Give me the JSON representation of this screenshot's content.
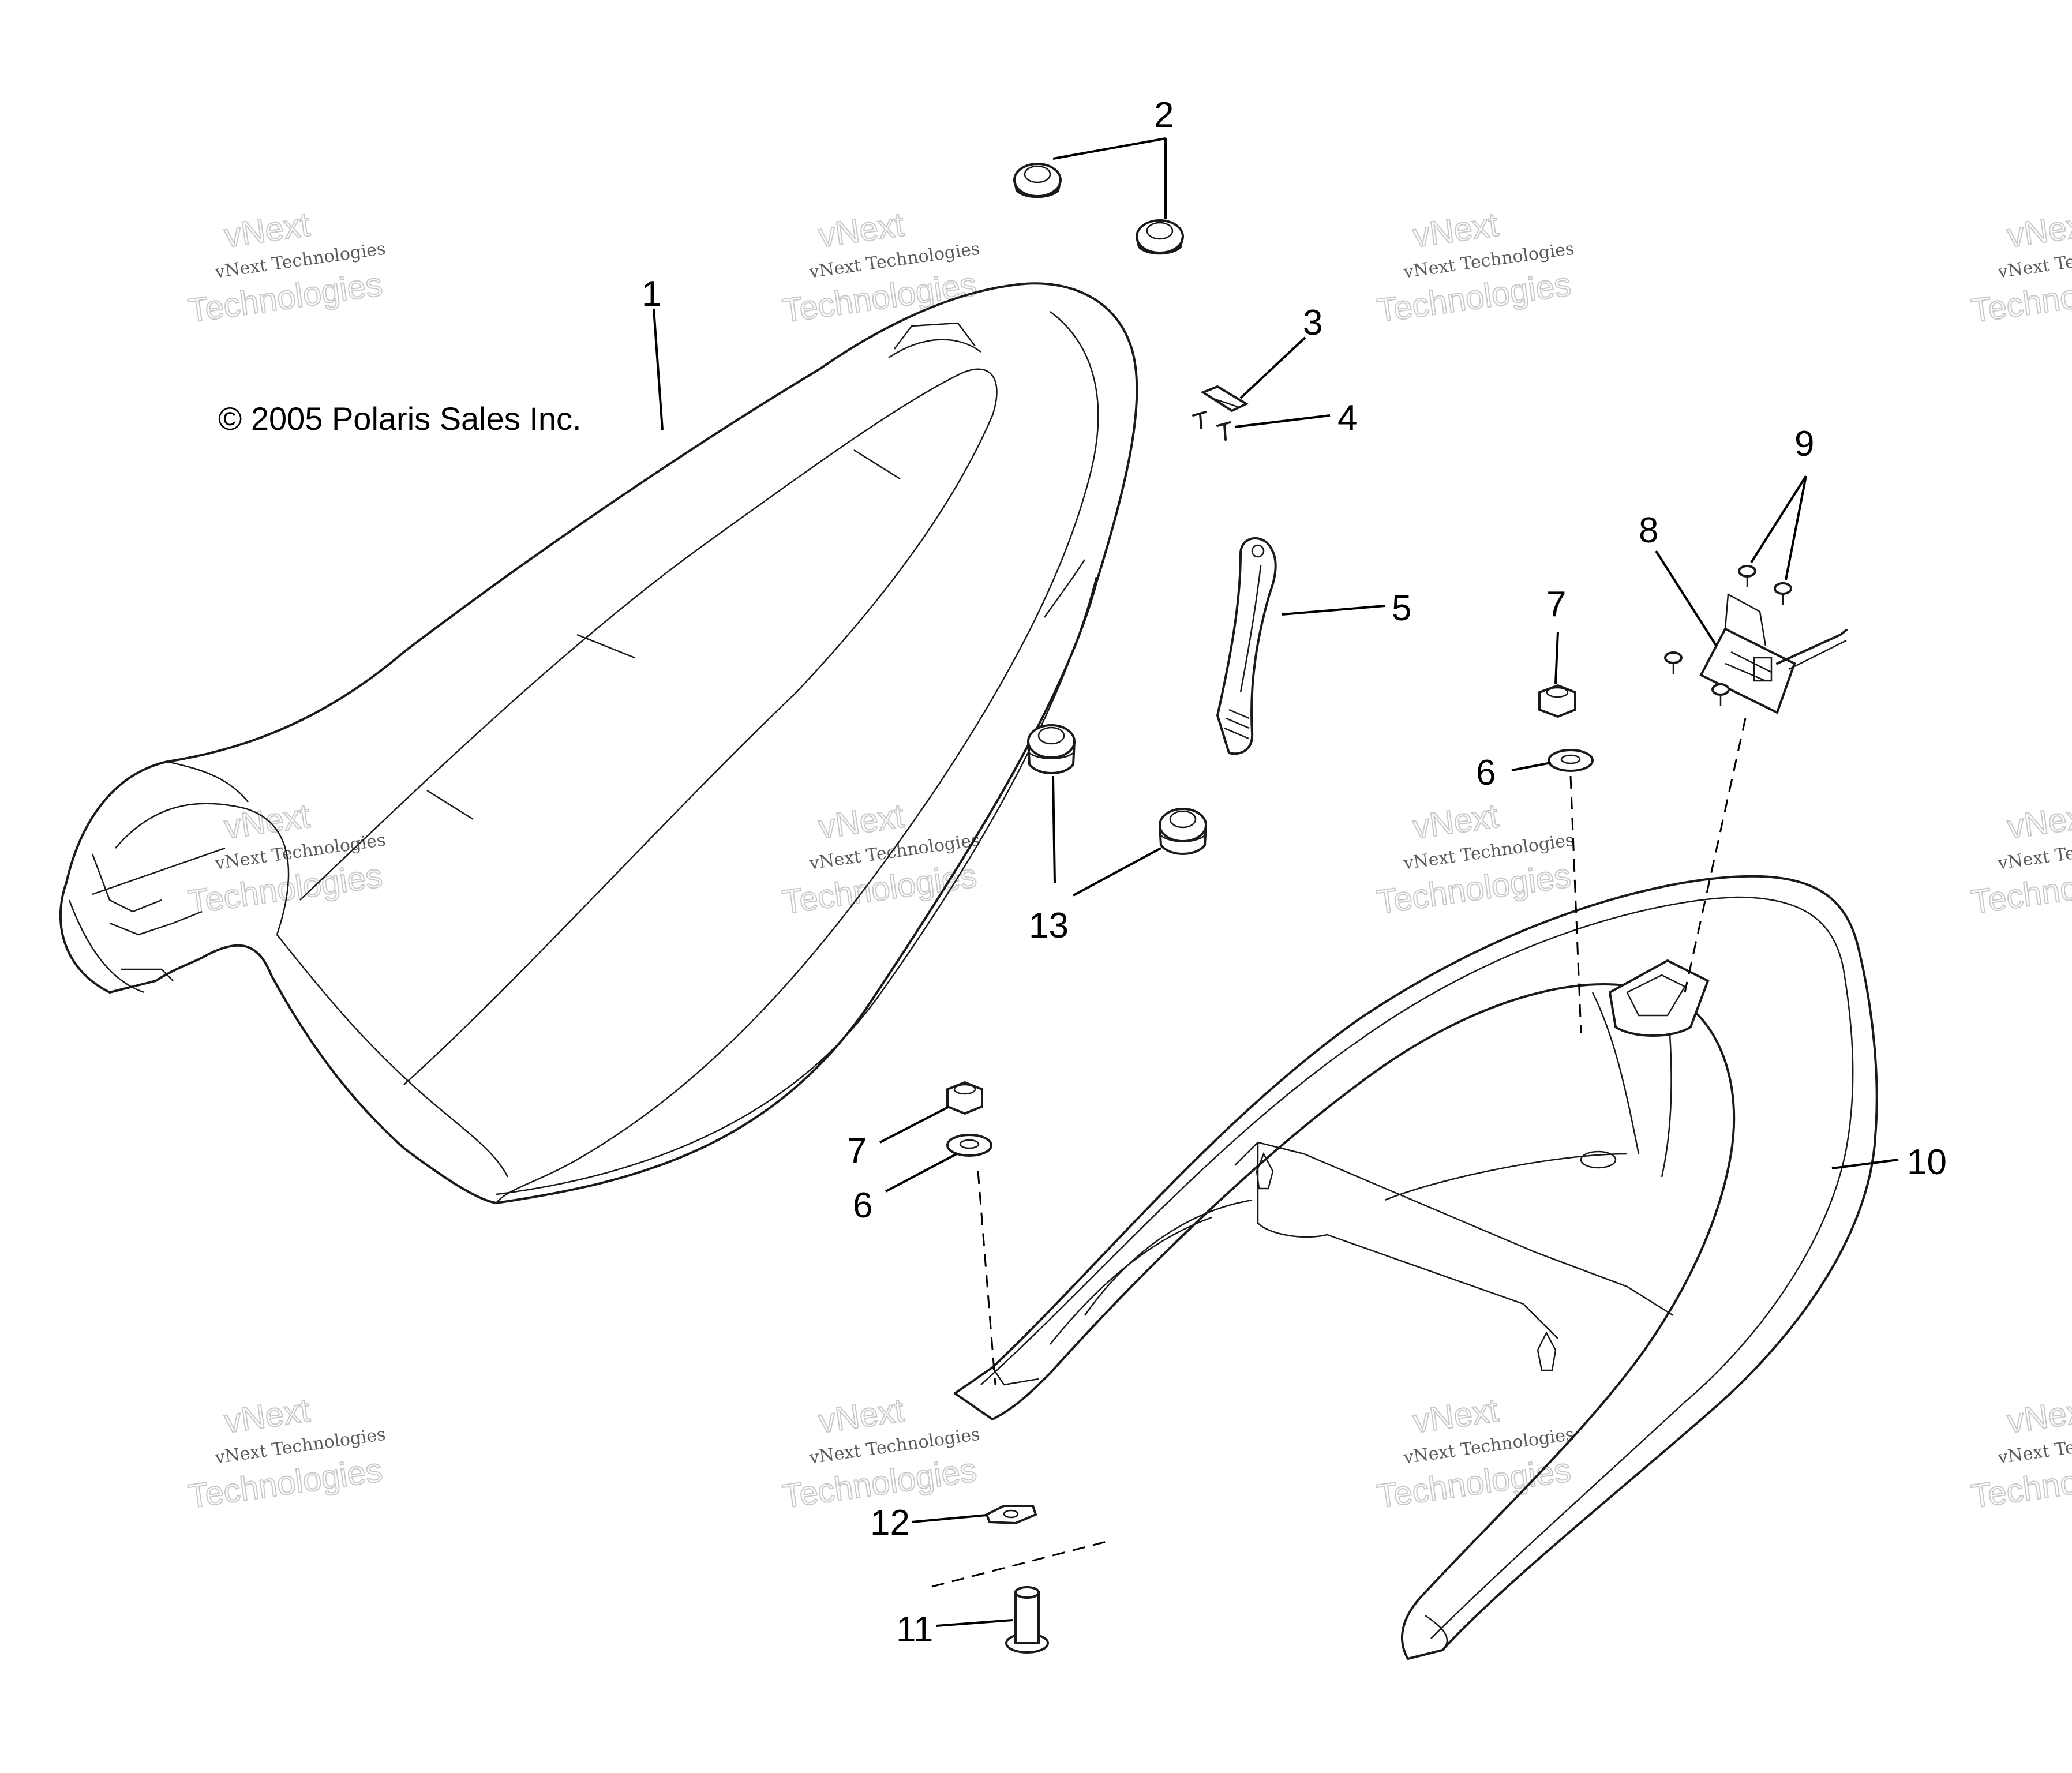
{
  "copyright": "© 2005 Polaris Sales Inc.",
  "watermark": {
    "line1": "vNext",
    "line2": "vNext Technologies",
    "line3": "Technologies"
  },
  "callouts": [
    "1",
    "2",
    "3",
    "4",
    "5",
    "6",
    "6",
    "7",
    "7",
    "8",
    "9",
    "10",
    "11",
    "12",
    "13"
  ]
}
